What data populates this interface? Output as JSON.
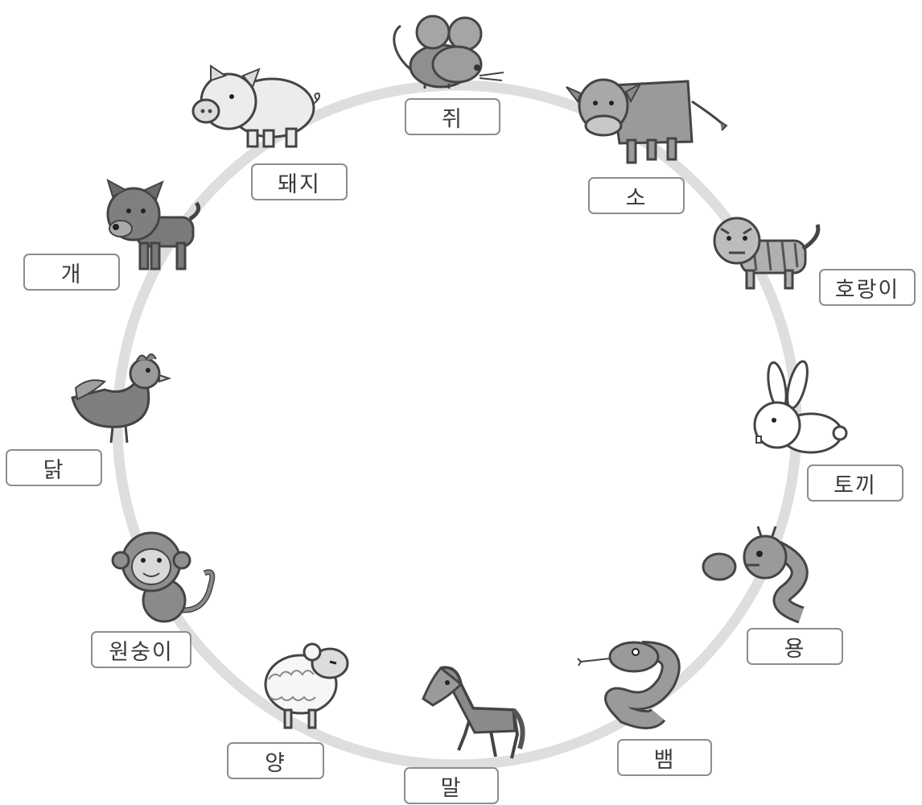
{
  "diagram": {
    "colors": {
      "ring": "#dedede",
      "label_border": "#8d8d8d",
      "text": "#3a3a3a",
      "animal_fill": "#9a9a9a",
      "animal_stroke": "#444444"
    },
    "animals": [
      {
        "id": "rat",
        "label": "쥐",
        "icon": "rat-icon"
      },
      {
        "id": "ox",
        "label": "소",
        "icon": "ox-icon"
      },
      {
        "id": "tiger",
        "label": "호랑이",
        "icon": "tiger-icon"
      },
      {
        "id": "rabbit",
        "label": "토끼",
        "icon": "rabbit-icon"
      },
      {
        "id": "dragon",
        "label": "용",
        "icon": "dragon-icon"
      },
      {
        "id": "snake",
        "label": "뱀",
        "icon": "snake-icon"
      },
      {
        "id": "horse",
        "label": "말",
        "icon": "horse-icon"
      },
      {
        "id": "sheep",
        "label": "양",
        "icon": "sheep-icon"
      },
      {
        "id": "monkey",
        "label": "원숭이",
        "icon": "monkey-icon"
      },
      {
        "id": "rooster",
        "label": "닭",
        "icon": "rooster-icon"
      },
      {
        "id": "dog",
        "label": "개",
        "icon": "dog-icon"
      },
      {
        "id": "pig",
        "label": "돼지",
        "icon": "pig-icon"
      }
    ]
  }
}
